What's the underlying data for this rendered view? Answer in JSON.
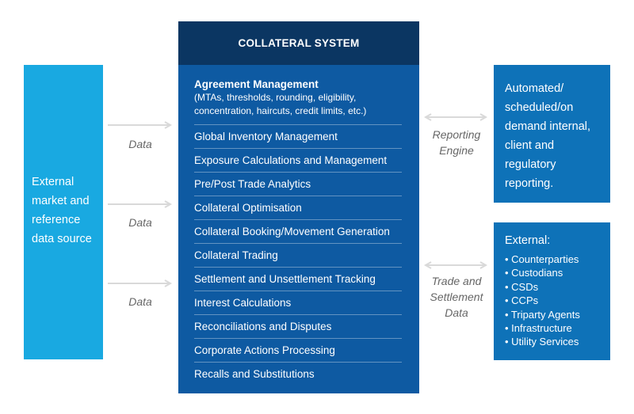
{
  "source_box": {
    "text": "External market and reference data source"
  },
  "data_flow_labels": [
    "Data",
    "Data",
    "Data"
  ],
  "system": {
    "title": "COLLATERAL SYSTEM",
    "agreement": {
      "title": "Agreement Management",
      "subtitle": "(MTAs, thresholds, rounding, eligibility, concentration, haircuts, credit limits, etc.)"
    },
    "modules": [
      "Global Inventory Management",
      "Exposure Calculations and Management",
      "Pre/Post Trade Analytics",
      "Collateral Optimisation",
      "Collateral Booking/Movement Generation",
      "Collateral Trading",
      "Settlement and Unsettlement Tracking",
      "Interest Calculations",
      "Reconciliations and Disputes",
      "Corporate Actions Processing",
      "Recalls and Substitutions"
    ]
  },
  "reporting_label": "Reporting Engine",
  "reporting_box": {
    "text": "Automated/ scheduled/on demand internal, client and regulatory reporting."
  },
  "settlement_label": "Trade and Settlement Data",
  "external_box": {
    "title": "External:",
    "items": [
      "• Counterparties",
      "• Custodians",
      "• CSDs",
      "• CCPs",
      "• Triparty Agents",
      "• Infrastructure",
      "• Utility Services"
    ]
  },
  "colors": {
    "source": "#19a9e1",
    "system_header": "#0b3662",
    "system_body": "#0e5aa2",
    "right_boxes": "#0e72b8",
    "arrows": "#d9d9d9",
    "label_text": "#666666"
  }
}
